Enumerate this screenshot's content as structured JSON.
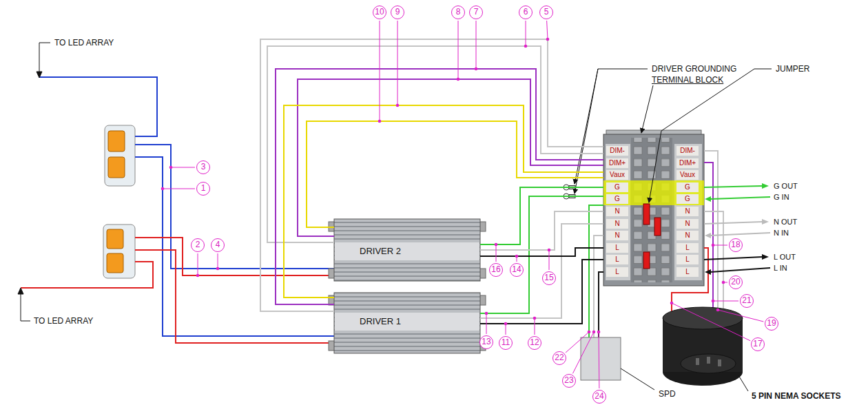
{
  "diagram": {
    "nodes": [
      {
        "text": [
          "DRIVER 2"
        ]
      },
      {
        "text": [
          "DRIVER 1"
        ]
      },
      {
        "text": [
          "DIM-",
          "DIM+",
          "Vaux",
          "G",
          "G",
          "N",
          "N",
          "N",
          "L",
          "L",
          "L",
          "DIM-",
          "DIM+",
          "Vaux",
          "G",
          "G",
          "N",
          "N",
          "N",
          "L",
          "L",
          "L"
        ]
      }
    ],
    "edges": [
      {
        "from": 1,
        "to": 2,
        "arrow": "none"
      },
      {
        "from": 0,
        "to": 2,
        "arrow": "none"
      },
      {
        "from": 1,
        "to": 2,
        "arrow": "none"
      },
      {
        "from": 0,
        "to": 2,
        "arrow": "none"
      },
      {
        "from": 1,
        "to": 2,
        "arrow": "none"
      },
      {
        "from": 0,
        "to": 2,
        "arrow": "none"
      },
      {
        "from": 0,
        "to": 2,
        "arrow": "none"
      },
      {
        "from": 1,
        "to": 2,
        "arrow": "none"
      },
      {
        "from": 0,
        "to": 2,
        "arrow": "none"
      },
      {
        "from": 1,
        "to": 2,
        "arrow": "none"
      },
      {
        "from": 0,
        "to": 2,
        "arrow": "none"
      },
      {
        "from": 1,
        "to": 2,
        "arrow": "none"
      }
    ],
    "labels": [
      "TO LED ARRAY",
      "TO LED ARRAY",
      "DRIVER GROUNDING",
      "TERMINAL BLOCK",
      "JUMPER",
      "G OUT",
      "G IN",
      "N OUT",
      "N IN",
      "L OUT",
      "L IN",
      "SPD",
      "5 PIN NEMA SOCKETS",
      "1",
      "2",
      "3",
      "4",
      "5",
      "6",
      "7",
      "8",
      "9",
      "10",
      "11",
      "12",
      "13",
      "14",
      "15",
      "16",
      "17",
      "18",
      "19",
      "20",
      "21",
      "22",
      "23",
      "24"
    ]
  }
}
